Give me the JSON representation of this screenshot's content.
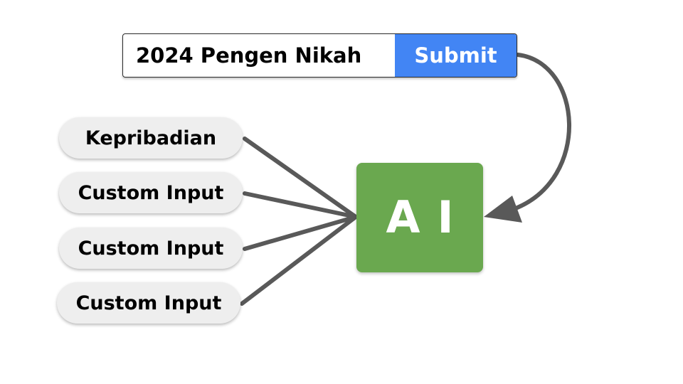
{
  "search": {
    "value": "2024 Pengen Nikah"
  },
  "submit": {
    "label": "Submit"
  },
  "inputs": [
    {
      "label": "Kepribadian"
    },
    {
      "label": "Custom Input"
    },
    {
      "label": "Custom Input"
    },
    {
      "label": "Custom Input"
    }
  ],
  "ai": {
    "label": "AI"
  },
  "colors": {
    "submit_bg": "#4285f4",
    "ai_bg": "#6aa84f",
    "pill_bg": "#eeeeee",
    "connector": "#595959"
  }
}
